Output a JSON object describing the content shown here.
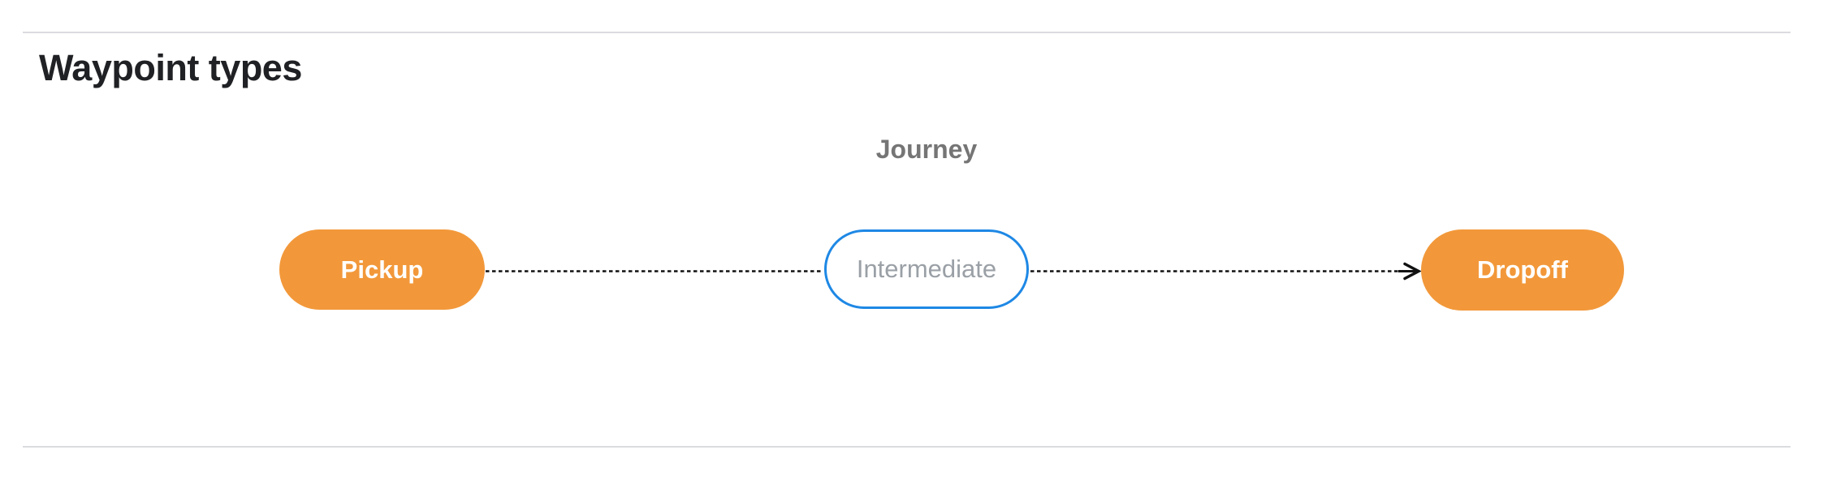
{
  "page": {
    "heading": "Waypoint types",
    "background_color": "#FFFFFF",
    "divider_color": "#DADCE0"
  },
  "diagram": {
    "title": "Journey",
    "title_color": "#757575",
    "nodes": [
      {
        "id": "pickup",
        "label": "Pickup",
        "type": "terminal-waypoint",
        "fill": "#F2983A",
        "text_color": "#FFFFFF"
      },
      {
        "id": "intermediate",
        "label": "Intermediate",
        "type": "intermediate-waypoint",
        "fill": "#FFFFFF",
        "border_color": "#1E88E5",
        "text_color": "#9AA0A6"
      },
      {
        "id": "dropoff",
        "label": "Dropoff",
        "type": "terminal-waypoint",
        "fill": "#F2983A",
        "text_color": "#FFFFFF"
      }
    ],
    "edges": [
      {
        "from": "Pickup",
        "to": "Intermediate",
        "style": "dashed",
        "arrowhead": false
      },
      {
        "from": "Intermediate",
        "to": "Dropoff",
        "style": "dashed",
        "arrowhead": true
      }
    ],
    "edge_color": "#111111"
  }
}
